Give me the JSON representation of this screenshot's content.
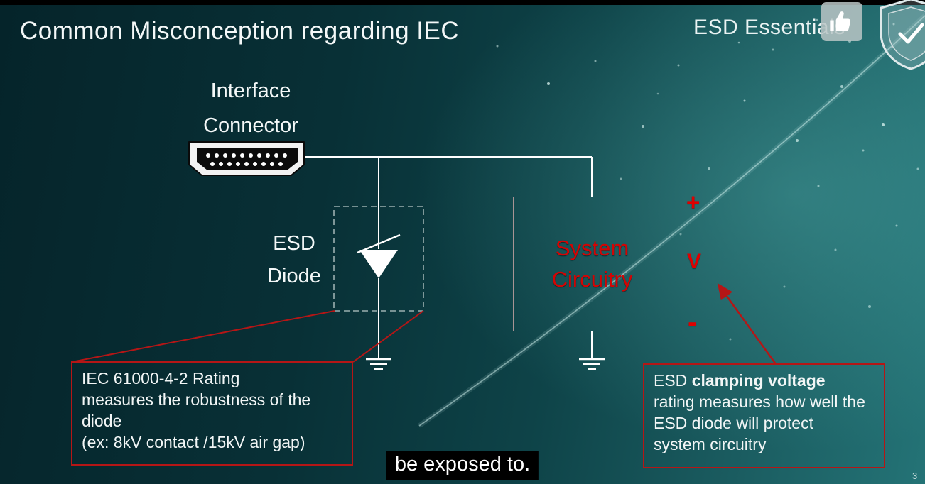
{
  "header": {
    "title": "Common Misconception regarding IEC",
    "brand": "ESD Essentials"
  },
  "icons": {
    "top_right": [
      "thumbs-up-icon",
      "shield-badge-icon"
    ],
    "diagram": [
      "hdmi-connector-icon",
      "tvs-diode-symbol",
      "ground-symbol"
    ]
  },
  "diagram": {
    "interface_connector_label": [
      "Interface",
      "Connector"
    ],
    "esd_diode_label": [
      "ESD",
      "Diode"
    ],
    "system_box": [
      "System",
      "Circuitry"
    ],
    "terminals": {
      "plus": "+",
      "v": "V",
      "minus": "-"
    }
  },
  "callout_iec": {
    "lines": [
      "IEC 61000-4-2 Rating",
      "measures the robustness of the",
      "diode",
      "(ex: 8kV contact /15kV air gap)"
    ]
  },
  "callout_clamping": {
    "prefix": "ESD ",
    "bold": "clamping voltage",
    "lines": [
      "rating measures how well the",
      "ESD diode will protect",
      "system circuitry"
    ]
  },
  "caption": "be exposed to.",
  "page_number": "3",
  "colors": {
    "accent_red": "#b51616",
    "system_text_red": "#d40404",
    "wire_white": "#ffffff",
    "background_dark": "#05242a",
    "background_teal": "#247376",
    "caption_background": "#000000",
    "text_white": "#f4f8f8"
  }
}
